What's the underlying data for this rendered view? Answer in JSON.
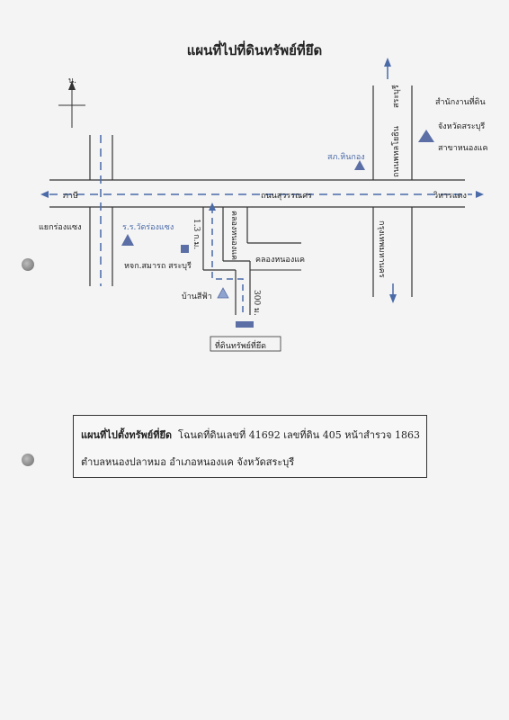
{
  "title": "แผนที่ไปที่ดินทรัพย์ที่ยึด",
  "north_label": "น.",
  "labels": {
    "pasi": "ภาษี",
    "sukhumvit": "ถนนสุวรรณศร",
    "wiharndaeng": "วิหารแดง",
    "yaek": "แยกร่องแซง",
    "school": "ร.ร.วัดร่องแซง",
    "police": "สภ.หินกอง",
    "office1": "สำนักงานที่ดิน",
    "office2": "จังหวัดสระบุรี",
    "office3": "สาขาหนองแค",
    "sanamburi_road": "ถนนพหลโยธิน",
    "saraburi_up": "สระบุรี",
    "krungthep": "กรุงเทพมหานคร",
    "khlong_v": "คลองหนองแค",
    "khlong_h": "คลองหนองแค",
    "shop": "หจก.สมารถ สระบุรี",
    "dist1": "1.3 ก.ม.",
    "baan": "บ้านสีฟ้า",
    "dist2": "300 ม.",
    "target": "ที่ดินทรัพย์ที่ยึด"
  },
  "info": {
    "heading": "แผนที่ไปตั้งทรัพย์ที่ยึด",
    "line1": "โฉนดที่ดินเลขที่ 41692 เลขที่ดิน 405 หน้าสำรวจ 1863",
    "line2": "ตำบลหนองปลาหมอ อำเภอหนองแค จังหวัดสระบุรี"
  },
  "colors": {
    "road": "#333333",
    "route": "#4a6aa8",
    "marker": "#5b6fa6",
    "light_marker": "#8fa3cf"
  }
}
